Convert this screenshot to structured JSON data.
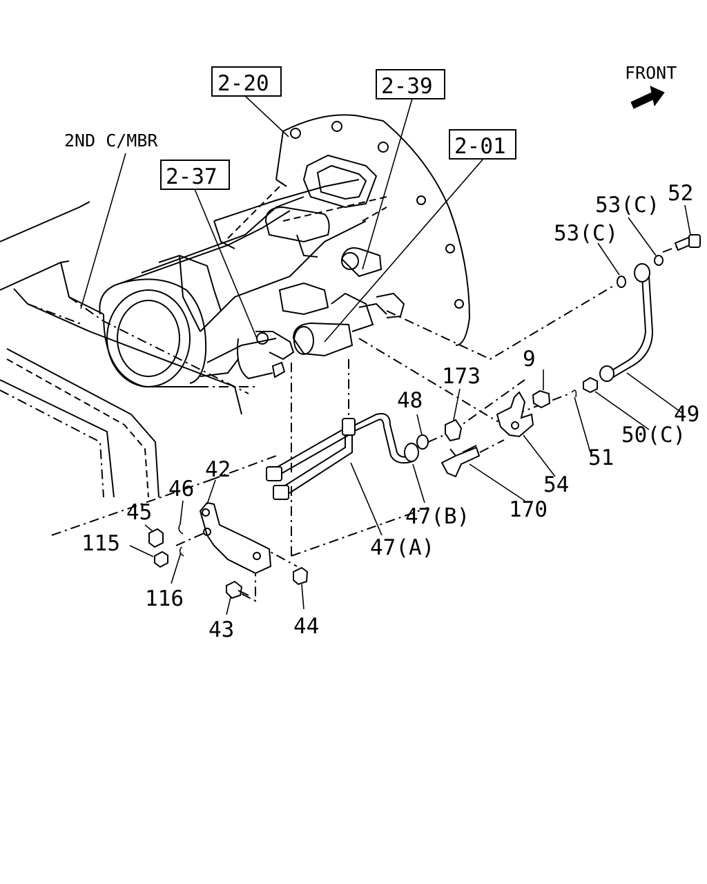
{
  "front_label": "FRONT",
  "member_label": "2ND C/MBR",
  "refs": {
    "r220": "2-20",
    "r239": "2-39",
    "r201": "2-01",
    "r237": "2-37"
  },
  "callouts": {
    "c52": "52",
    "c53c_top": "53(C)",
    "c53c": "53(C)",
    "c9": "9",
    "c173": "173",
    "c48": "48",
    "c49": "49",
    "c50c": "50(C)",
    "c51": "51",
    "c54": "54",
    "c170": "170",
    "c47b": "47(B)",
    "c47a": "47(A)",
    "c42": "42",
    "c46": "46",
    "c45": "45",
    "c115": "115",
    "c116": "116",
    "c43": "43",
    "c44": "44"
  }
}
